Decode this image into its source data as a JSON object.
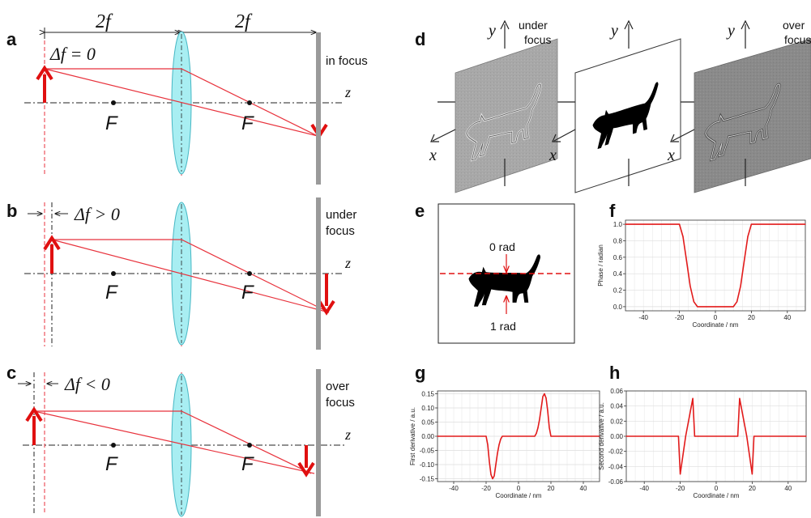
{
  "panels": {
    "a": {
      "label": "a",
      "delta": "Δf = 0",
      "status": "in focus",
      "lens_width": "2f",
      "image_width": "2f",
      "z": "z",
      "focal": "F"
    },
    "b": {
      "label": "b",
      "delta": "Δf > 0",
      "status_line1": "under",
      "status_line2": "focus",
      "z": "z",
      "focal": "F"
    },
    "c": {
      "label": "c",
      "delta": "Δf < 0",
      "status_line1": "over",
      "status_line2": "focus",
      "z": "z",
      "focal": "F"
    },
    "d": {
      "label": "d",
      "x": "x",
      "y": "y",
      "left_line1": "under",
      "left_line2": "focus",
      "right_line1": "over",
      "right_line2": "focus"
    },
    "e": {
      "label": "e",
      "top_text": "0 rad",
      "bottom_text": "1 rad"
    },
    "f": {
      "label": "f"
    },
    "g": {
      "label": "g"
    },
    "h": {
      "label": "h"
    }
  },
  "colors": {
    "ray": "#e8323c",
    "arrow": "#e01010",
    "lens_fill": "#a8eef2",
    "lens_stroke": "#46b7c4",
    "screen": "#9a9a9a",
    "plot_line": "#e21b1b"
  },
  "chart_data": [
    {
      "id": "f",
      "type": "line",
      "xlabel": "Coordinate / nm",
      "ylabel": "Phase / radian",
      "xlim": [
        -50,
        50
      ],
      "ylim": [
        -0.05,
        1.05
      ],
      "xticks": [
        -40,
        -20,
        0,
        20,
        40
      ],
      "yticks": [
        0.0,
        0.2,
        0.4,
        0.6,
        0.8,
        1.0
      ],
      "ytick_labels": [
        "0.0",
        "0.2",
        "0.4",
        "0.6",
        "0.8",
        "1.0"
      ],
      "grid": true,
      "x": [
        -50,
        -20,
        -18,
        -16,
        -14,
        -12,
        -10,
        10,
        12,
        14,
        16,
        18,
        20,
        50
      ],
      "y": [
        1.0,
        1.0,
        0.85,
        0.55,
        0.25,
        0.06,
        0.0,
        0.0,
        0.06,
        0.25,
        0.55,
        0.85,
        1.0,
        1.0
      ]
    },
    {
      "id": "g",
      "type": "line",
      "xlabel": "Coordinate / nm",
      "ylabel": "First derivative / a.u.",
      "xlim": [
        -50,
        50
      ],
      "ylim": [
        -0.16,
        0.16
      ],
      "xticks": [
        -40,
        -20,
        0,
        20,
        40
      ],
      "yticks": [
        -0.15,
        -0.1,
        -0.05,
        0.0,
        0.05,
        0.1,
        0.15
      ],
      "ytick_labels": [
        "-0.15",
        "-0.10",
        "-0.05",
        "0.00",
        "0.05",
        "0.10",
        "0.15"
      ],
      "grid": true,
      "x": [
        -50,
        -20,
        -19,
        -18,
        -17,
        -16,
        -15,
        -14,
        -13,
        -12,
        -11,
        -10,
        10,
        11,
        12,
        13,
        14,
        15,
        16,
        17,
        18,
        19,
        20,
        50
      ],
      "y": [
        0,
        0,
        -0.03,
        -0.09,
        -0.135,
        -0.15,
        -0.14,
        -0.1,
        -0.06,
        -0.03,
        -0.01,
        0,
        0,
        0.01,
        0.03,
        0.06,
        0.1,
        0.14,
        0.15,
        0.135,
        0.09,
        0.03,
        0,
        0
      ]
    },
    {
      "id": "h",
      "type": "line",
      "xlabel": "Coordinate / nm",
      "ylabel": "Second derivative / a.u.",
      "xlim": [
        -50,
        50
      ],
      "ylim": [
        -0.06,
        0.06
      ],
      "xticks": [
        -40,
        -20,
        0,
        20,
        40
      ],
      "yticks": [
        -0.06,
        -0.04,
        -0.02,
        0.0,
        0.02,
        0.04,
        0.06
      ],
      "ytick_labels": [
        "-0.06",
        "-0.04",
        "-0.02",
        "0.00",
        "0.02",
        "0.04",
        "0.06"
      ],
      "grid": true,
      "x": [
        -50,
        -21,
        -20,
        -17,
        -13,
        -12,
        -10,
        10,
        12,
        13,
        17,
        20,
        21,
        50
      ],
      "y": [
        0,
        0,
        -0.05,
        0.0,
        0.05,
        0.0,
        0,
        0,
        0.0,
        0.05,
        0.0,
        -0.05,
        0,
        0
      ]
    }
  ]
}
